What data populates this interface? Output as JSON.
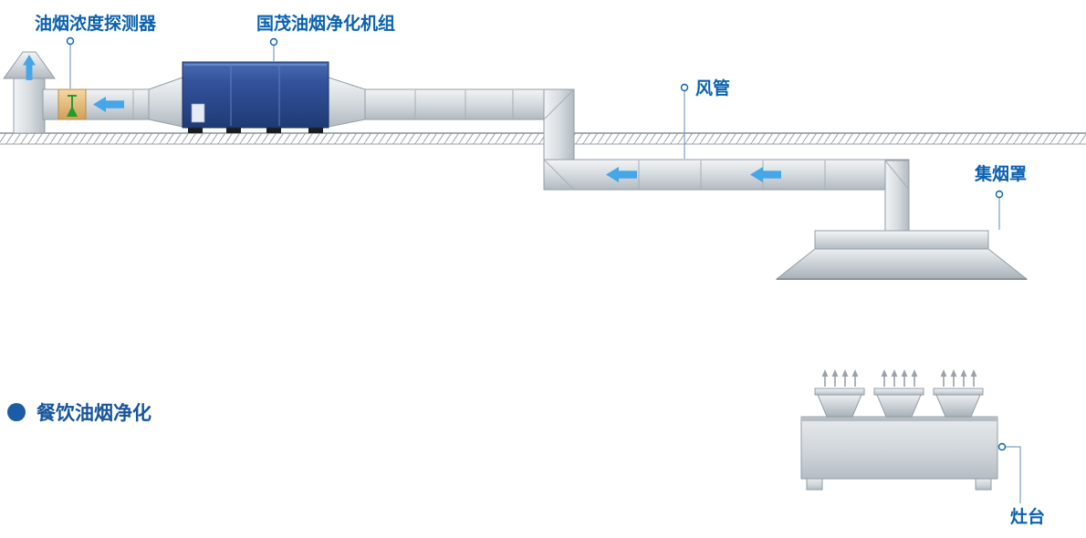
{
  "diagram": {
    "labels": {
      "detector": "油烟浓度探测器",
      "purifier_unit": "国茂油烟净化机组",
      "air_duct": "风管",
      "smoke_hood": "集烟罩",
      "stove": "灶台"
    },
    "caption": {
      "title": "餐饮油烟净化"
    },
    "icons": {
      "flow_arrow": "left-arrow-icon",
      "exhaust_arrow": "up-arrow-icon",
      "heat_arrow": "up-arrow-icon",
      "detector_symbol": "sensor-icon",
      "caption_bullet": "bullet-dot-icon"
    },
    "colors": {
      "label_blue": "#0b62b0",
      "title_blue": "#17559e",
      "flow_arrow_blue": "#45a6e8",
      "unit_navy": "#27447f",
      "detector_green": "#1f9e2e",
      "detector_housing_tan": "#ddab62",
      "duct_gray": "#d8dde1",
      "roof_hatch_gray": "#8a9299"
    }
  }
}
